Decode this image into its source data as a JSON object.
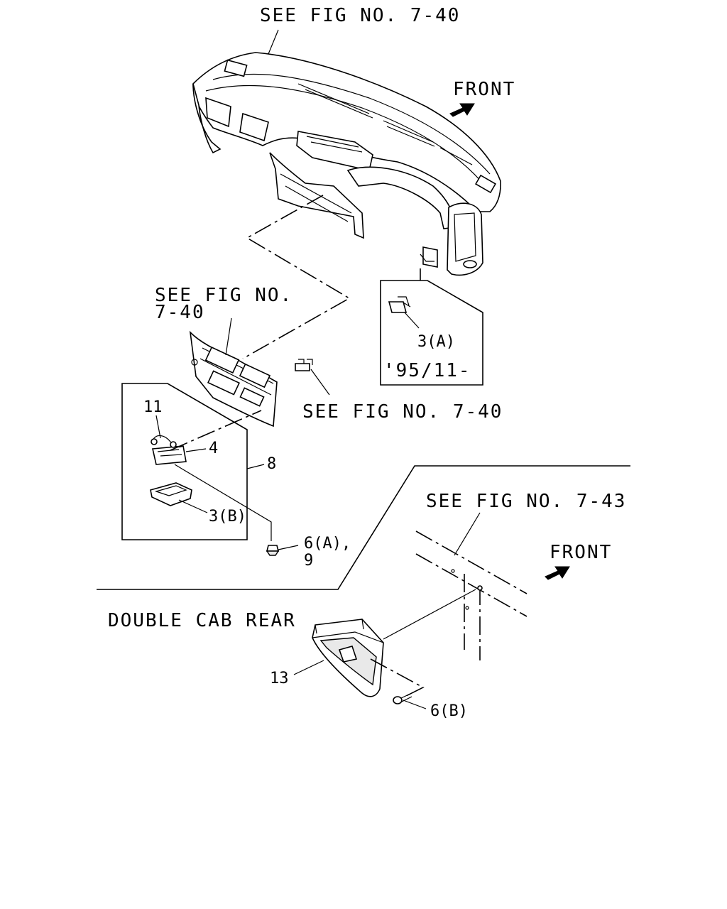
{
  "labels": {
    "see_fig_top": "SEE FIG NO. 7-40",
    "front_top": "FRONT",
    "see_fig_left_line1": "SEE FIG NO.",
    "see_fig_left_line2": "7-40",
    "see_fig_mid": "SEE FIG NO. 7-40",
    "see_fig_right": "SEE FIG NO. 7-43",
    "front_bottom": "FRONT",
    "double_cab_rear": "DOUBLE CAB REAR",
    "date_code": "'95/11-"
  },
  "callouts": {
    "p3a": "3(A)",
    "p11": "11",
    "p4": "4",
    "p8": "8",
    "p3b": "3(B)",
    "p6a": "6(A),",
    "p9": "9",
    "p13": "13",
    "p6b": "6(B)"
  }
}
